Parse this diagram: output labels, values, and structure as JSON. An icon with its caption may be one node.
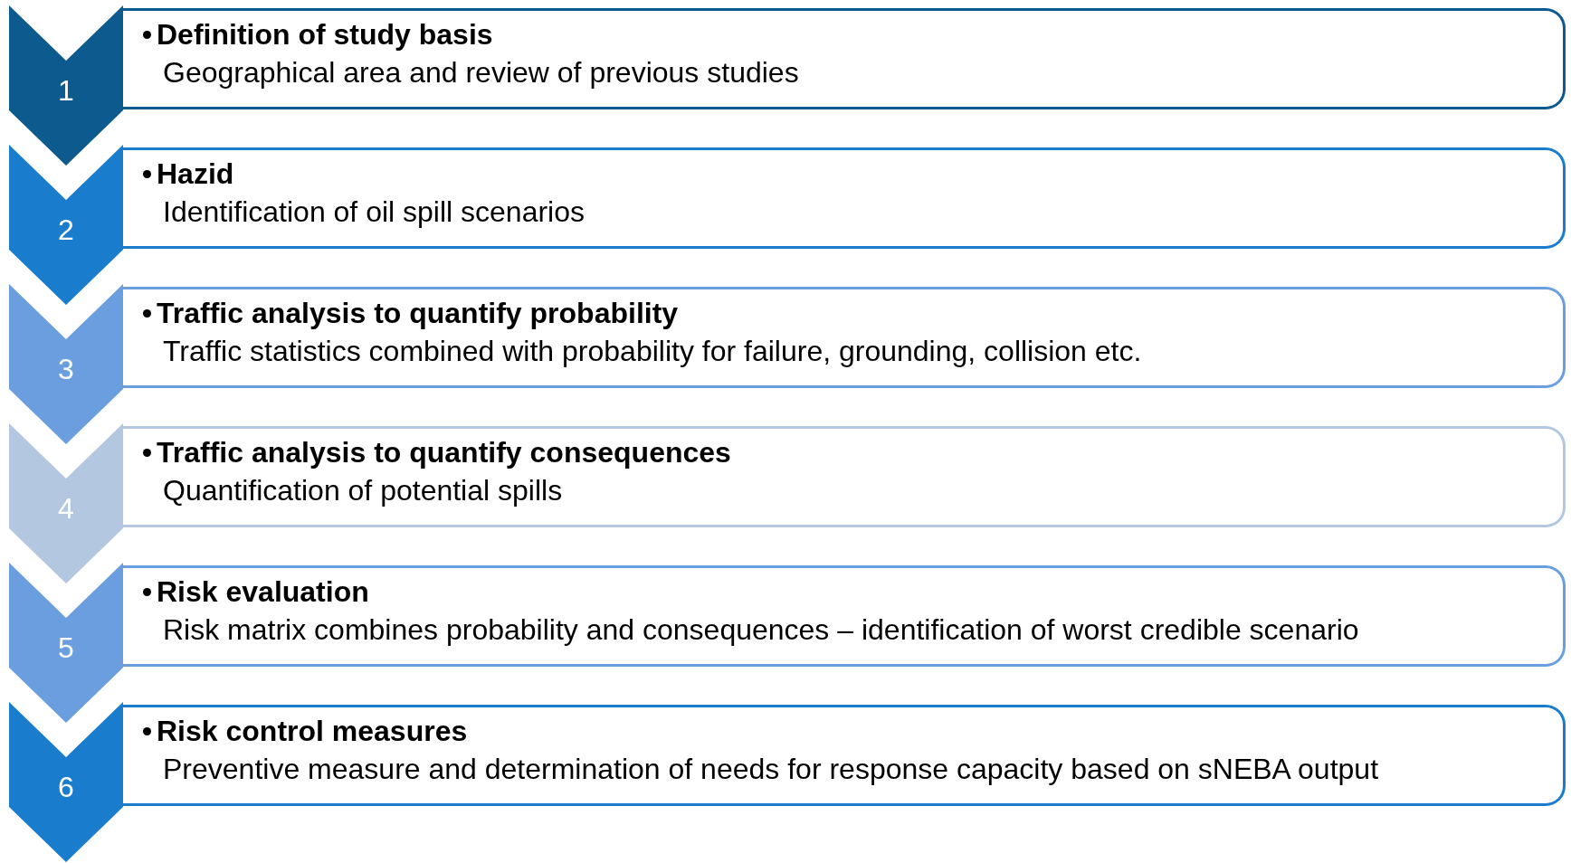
{
  "diagram": {
    "nodes": [
      {
        "text": [
          "1"
        ]
      },
      {
        "text": [
          "Definition of study basis",
          "Geographical area and review of previous studies"
        ]
      },
      {
        "text": [
          "2"
        ]
      },
      {
        "text": [
          "Hazid",
          "Identification of oil spill scenarios"
        ]
      },
      {
        "text": [
          "3"
        ]
      },
      {
        "text": [
          "Traffic analysis to quantify probability",
          "Traffic statistics combined with probability for failure, grounding, collision etc."
        ]
      },
      {
        "text": [
          "4"
        ]
      },
      {
        "text": [
          "Traffic analysis to quantify consequences",
          "Quantification of potential spills"
        ]
      },
      {
        "text": [
          "5"
        ]
      },
      {
        "text": [
          "Risk evaluation",
          "Risk matrix combines probability and consequences – identification of worst credible scenario"
        ]
      },
      {
        "text": [
          "6"
        ]
      },
      {
        "text": [
          "Risk control measures",
          "Preventive measure and determination of needs for response capacity based on sNEBA output"
        ]
      }
    ]
  }
}
